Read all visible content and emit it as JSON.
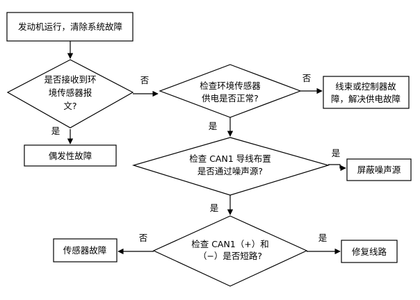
{
  "nodes": {
    "start": {
      "text": "发动机运行，清除系统故障"
    },
    "d1": {
      "lines": [
        "是否接收到环",
        "境传感器报",
        "文?"
      ]
    },
    "d2": {
      "lines": [
        "检查环境传感器",
        "供电是否正常?"
      ]
    },
    "r1": {
      "lines": [
        "线束或控制器故",
        "障，解决供电故障"
      ]
    },
    "p1": {
      "text": "偶发性故障"
    },
    "d3": {
      "lines": [
        "检查 CAN1 导线布置",
        "是否通过噪声源?"
      ]
    },
    "r2": {
      "text": "屏蔽噪声源"
    },
    "d4": {
      "lines": [
        "检查 CAN1（+）和",
        "（−）是否短路?"
      ]
    },
    "r3": {
      "text": "传感器故障"
    },
    "r4": {
      "text": "修复线路"
    }
  },
  "edges": {
    "d1_no": "否",
    "d2_no": "否",
    "d1_yes": "是",
    "d2_yes": "是",
    "d3_yes_right": "是",
    "d3_yes_down": "是",
    "d4_no": "否",
    "d4_yes": "是"
  }
}
